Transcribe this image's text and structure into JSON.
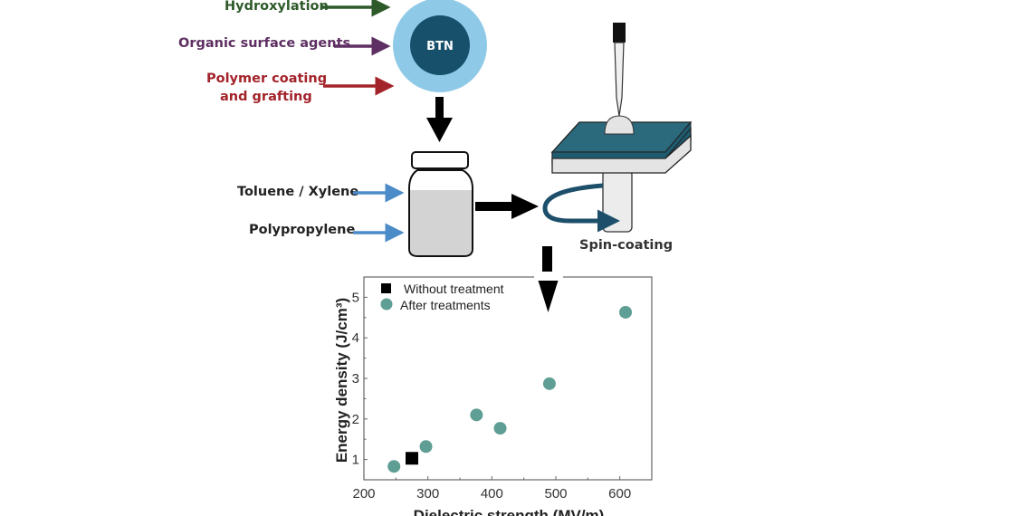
{
  "modifiers": [
    {
      "label": "Hydroxylation",
      "color": "#2e5a2a"
    },
    {
      "label": "Organic surface agents",
      "color": "#5e2f62"
    },
    {
      "label": "Polymer coating and grafting",
      "line1": "Polymer coating",
      "line2": "and grafting",
      "color": "#a3232a"
    }
  ],
  "particle": {
    "label": "BTN",
    "core_color": "#17506a",
    "shell_color": "#8fc9e8"
  },
  "solution_inputs": [
    {
      "label": "Toluene / Xylene"
    },
    {
      "label": "Polypropylene"
    }
  ],
  "input_arrow_color": "#4b8bc8",
  "process": {
    "label": "Spin-coating",
    "plate_color": "#1e5b6f"
  },
  "chart_data": {
    "type": "scatter",
    "xlabel": "Dielectric strength (MV/m)",
    "ylabel": "Energy density (J/cm³)",
    "xlim": [
      200,
      650
    ],
    "ylim": [
      0.5,
      5.5
    ],
    "xticks": [
      200,
      300,
      400,
      500,
      600
    ],
    "yticks": [
      1,
      2,
      3,
      4,
      5
    ],
    "legend_position": "top-left",
    "series": [
      {
        "name": "Without treatment",
        "marker": "square",
        "color": "#000000",
        "points": [
          {
            "x": 275,
            "y": 1.03
          }
        ]
      },
      {
        "name": "After treatments",
        "marker": "circle",
        "color": "#5f9e94",
        "points": [
          {
            "x": 247,
            "y": 0.83
          },
          {
            "x": 297,
            "y": 1.32
          },
          {
            "x": 376,
            "y": 2.1
          },
          {
            "x": 413,
            "y": 1.77
          },
          {
            "x": 490,
            "y": 2.87
          },
          {
            "x": 609,
            "y": 4.63
          }
        ]
      }
    ]
  }
}
